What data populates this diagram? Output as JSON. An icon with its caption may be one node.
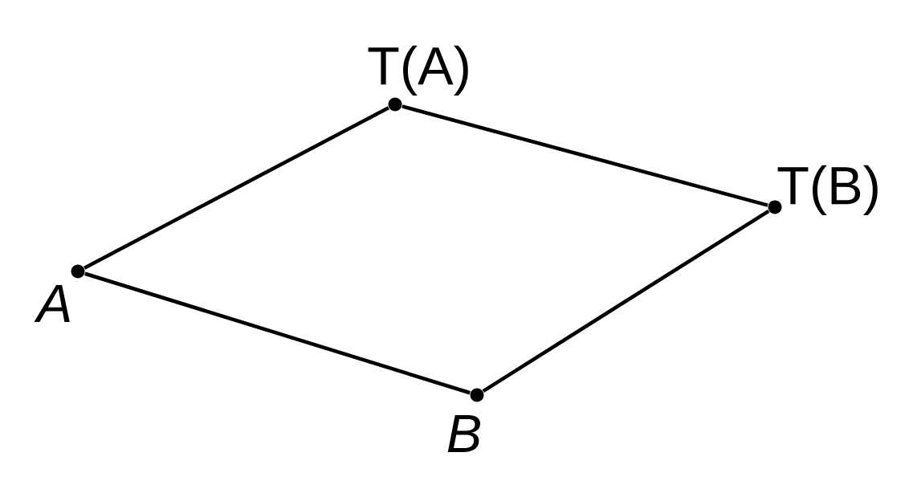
{
  "diagram": {
    "nodes": [
      {
        "text": [],
        "shape": "circle",
        "beside": [
          "A"
        ]
      },
      {
        "text": [],
        "shape": "circle",
        "beside": [
          "T(A)"
        ]
      },
      {
        "text": [],
        "shape": "circle",
        "beside": [
          "T(B)"
        ]
      },
      {
        "text": [],
        "shape": "circle",
        "beside": [
          "B"
        ]
      }
    ],
    "edges": [
      {
        "from": 0,
        "to": 1,
        "arrow": "none"
      },
      {
        "from": 1,
        "to": 2,
        "arrow": "none"
      },
      {
        "from": 2,
        "to": 3,
        "arrow": "none"
      },
      {
        "from": 3,
        "to": 0,
        "arrow": "none"
      }
    ]
  }
}
